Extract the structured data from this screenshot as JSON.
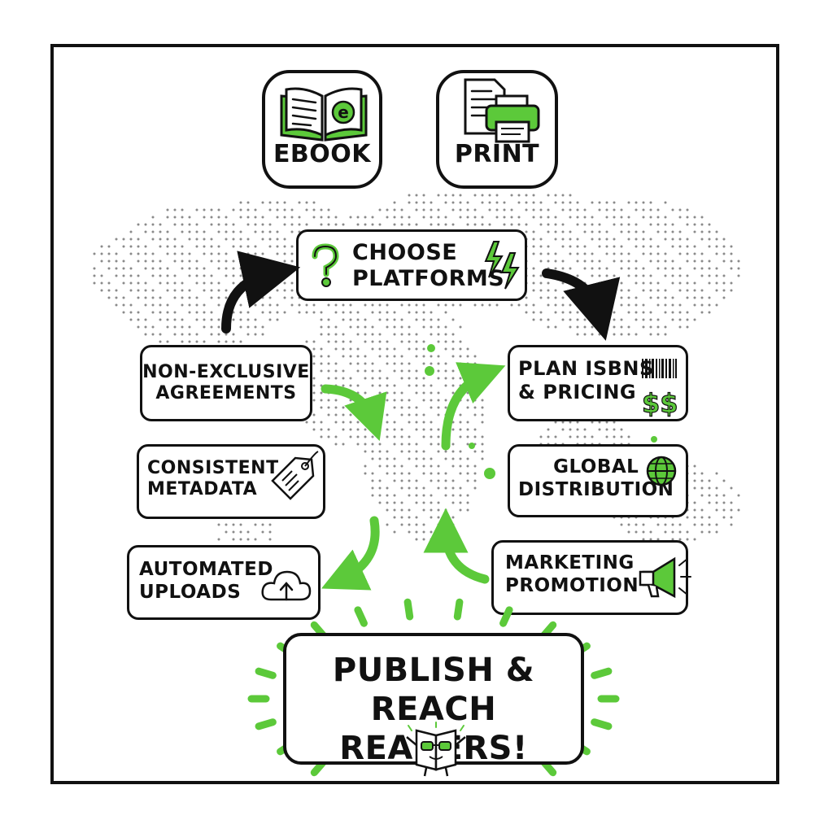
{
  "formats": {
    "ebook": {
      "label": "EBOOK",
      "icon": "open-ebook-icon"
    },
    "print": {
      "label": "PRINT",
      "icon": "printer-document-icon"
    }
  },
  "steps": {
    "choose_platforms": {
      "line1": "CHOOSE",
      "line2": "PLATFORMS",
      "icons": [
        "question-mark-icon",
        "lightning-icon"
      ]
    },
    "plan_isbns": {
      "line1": "PLAN ISBNs",
      "line2": "& PRICING",
      "icons": [
        "barcode-icon",
        "dollar-signs-icon"
      ]
    },
    "global_distribution": {
      "line1": "GLOBAL",
      "line2": "DISTRIBUTION",
      "icon": "globe-icon"
    },
    "marketing_promotion": {
      "line1": "MARKETING",
      "line2": "PROMOTION",
      "icon": "megaphone-icon"
    },
    "automated_uploads": {
      "line1": "AUTOMATED",
      "line2": "UPLOADS",
      "icon": "cloud-upload-icon"
    },
    "consistent_metadata": {
      "line1": "CONSISTENT",
      "line2": "METADATA",
      "icon": "tag-icon"
    },
    "non_exclusive": {
      "line1": "NON-EXCLUSIVE",
      "line2": "AGREEMENTS"
    }
  },
  "goal": {
    "line1": "PUBLISH &",
    "line2": "REACH READERS!",
    "icon": "happy-book-mascot-icon"
  },
  "colors": {
    "accent": "#5cc93a",
    "ink": "#111111",
    "map_dots": "#8a8a8a"
  }
}
